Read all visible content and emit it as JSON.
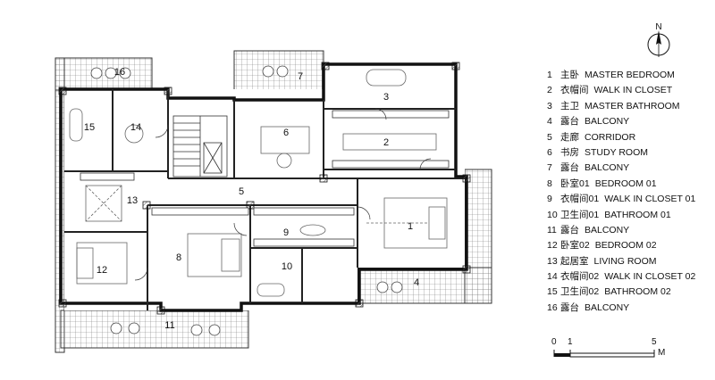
{
  "compass": {
    "label": "N"
  },
  "rooms": [
    {
      "num": "1",
      "zh": "主卧",
      "en": "MASTER BEDROOM"
    },
    {
      "num": "2",
      "zh": "衣帽间",
      "en": "WALK IN CLOSET"
    },
    {
      "num": "3",
      "zh": "主卫",
      "en": "MASTER BATHROOM"
    },
    {
      "num": "4",
      "zh": "露台",
      "en": "BALCONY"
    },
    {
      "num": "5",
      "zh": "走廊",
      "en": "CORRIDOR"
    },
    {
      "num": "6",
      "zh": "书房",
      "en": "STUDY ROOM"
    },
    {
      "num": "7",
      "zh": "露台",
      "en": "BALCONY"
    },
    {
      "num": "8",
      "zh": "卧室01",
      "en": "BEDROOM 01"
    },
    {
      "num": "9",
      "zh": "衣帽间01",
      "en": "WALK IN CLOSET 01"
    },
    {
      "num": "10",
      "zh": "卫生间01",
      "en": "BATHROOM 01"
    },
    {
      "num": "11",
      "zh": "露台",
      "en": "BALCONY"
    },
    {
      "num": "12",
      "zh": "卧室02",
      "en": "BEDROOM 02"
    },
    {
      "num": "13",
      "zh": "起居室",
      "en": "LIVING ROOM"
    },
    {
      "num": "14",
      "zh": "衣帽间02",
      "en": "WALK IN CLOSET 02"
    },
    {
      "num": "15",
      "zh": "卫生间02",
      "en": "BATHROOM 02"
    },
    {
      "num": "16",
      "zh": "露台",
      "en": "BALCONY"
    }
  ],
  "scale_bar": {
    "ticks": [
      "0",
      "1",
      "5"
    ],
    "unit": "M"
  }
}
